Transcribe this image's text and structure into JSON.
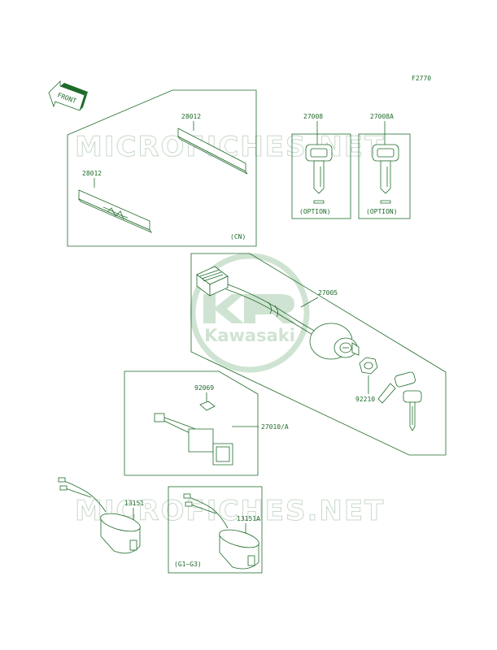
{
  "diagram_code": "F2770",
  "front_label": "FRONT",
  "watermark_text": "MICROFICHES.NET",
  "brand_logo": {
    "text": "Kawasaki",
    "color": "#cfe3d2"
  },
  "line_color": "#1f6b2a",
  "parts": {
    "p28012_top": "28012",
    "p28012_bottom": "28012",
    "cn_note": "(CN)",
    "p27008": "27008",
    "p27008A": "27008A",
    "option_1": "(OPTION)",
    "option_2": "(OPTION)",
    "p27005": "27005",
    "p92210": "92210",
    "p92069": "92069",
    "p27010A": "27010/A",
    "p13151": "13151",
    "p13151A": "13151A",
    "g_note": "(G1~G3)"
  }
}
